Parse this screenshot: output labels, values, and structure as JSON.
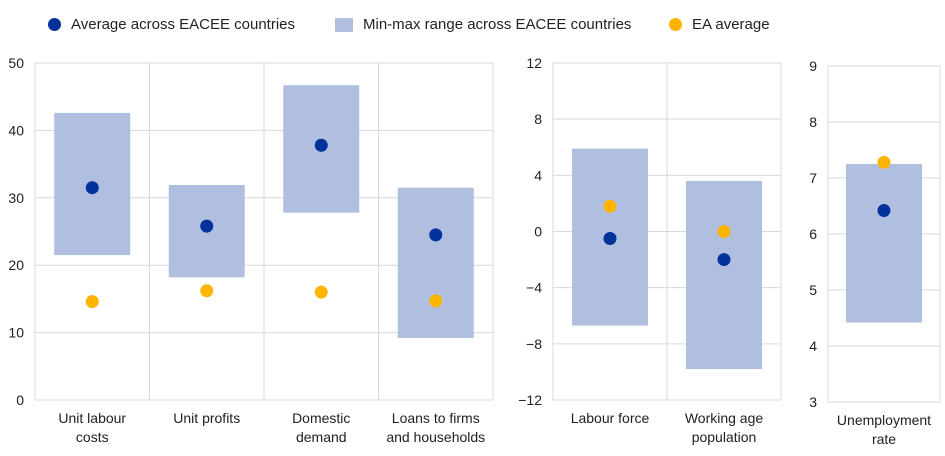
{
  "legend": {
    "average": "Average across EACEE countries",
    "range": "Min-max range across EACEE countries",
    "ea": "EA average"
  },
  "colors": {
    "average": "#003299",
    "range": "#b0bfe0",
    "ea": "#ffb400",
    "grid": "#d9d9d9"
  },
  "chart_data": [
    {
      "type": "scatter",
      "ylim": [
        0,
        50
      ],
      "yticks": [
        0,
        10,
        20,
        30,
        40,
        50
      ],
      "categories": [
        [
          "Unit labour",
          "costs"
        ],
        [
          "Unit profits"
        ],
        [
          "Domestic",
          "demand"
        ],
        [
          "Loans to firms",
          "and households"
        ]
      ],
      "series": [
        {
          "name": "Average across EACEE countries",
          "values": [
            31.5,
            25.8,
            37.8,
            24.5
          ]
        },
        {
          "name": "Min-max range across EACEE countries",
          "min": [
            21.5,
            18.2,
            27.8,
            9.2
          ],
          "max": [
            42.6,
            31.9,
            46.7,
            31.5
          ]
        },
        {
          "name": "EA average",
          "values": [
            14.6,
            16.2,
            16.0,
            14.7
          ]
        }
      ]
    },
    {
      "type": "scatter",
      "ylim": [
        -12,
        12
      ],
      "yticks": [
        -12,
        -8,
        -4,
        0,
        4,
        8,
        12
      ],
      "categories": [
        [
          "Labour force"
        ],
        [
          "Working age",
          "population"
        ]
      ],
      "series": [
        {
          "name": "Average across EACEE countries",
          "values": [
            -0.5,
            -2.0
          ]
        },
        {
          "name": "Min-max range across EACEE countries",
          "min": [
            -6.7,
            -9.8
          ],
          "max": [
            5.9,
            3.6
          ]
        },
        {
          "name": "EA average",
          "values": [
            1.8,
            0.0
          ]
        }
      ]
    },
    {
      "type": "scatter",
      "ylim": [
        3,
        9
      ],
      "yticks": [
        3,
        4,
        5,
        6,
        7,
        8,
        9
      ],
      "categories": [
        [
          "Unemployment",
          "rate"
        ]
      ],
      "series": [
        {
          "name": "Average across EACEE countries",
          "values": [
            6.42
          ]
        },
        {
          "name": "Min-max range across EACEE countries",
          "min": [
            4.42
          ],
          "max": [
            7.25
          ]
        },
        {
          "name": "EA average",
          "values": [
            7.28
          ]
        }
      ]
    }
  ]
}
